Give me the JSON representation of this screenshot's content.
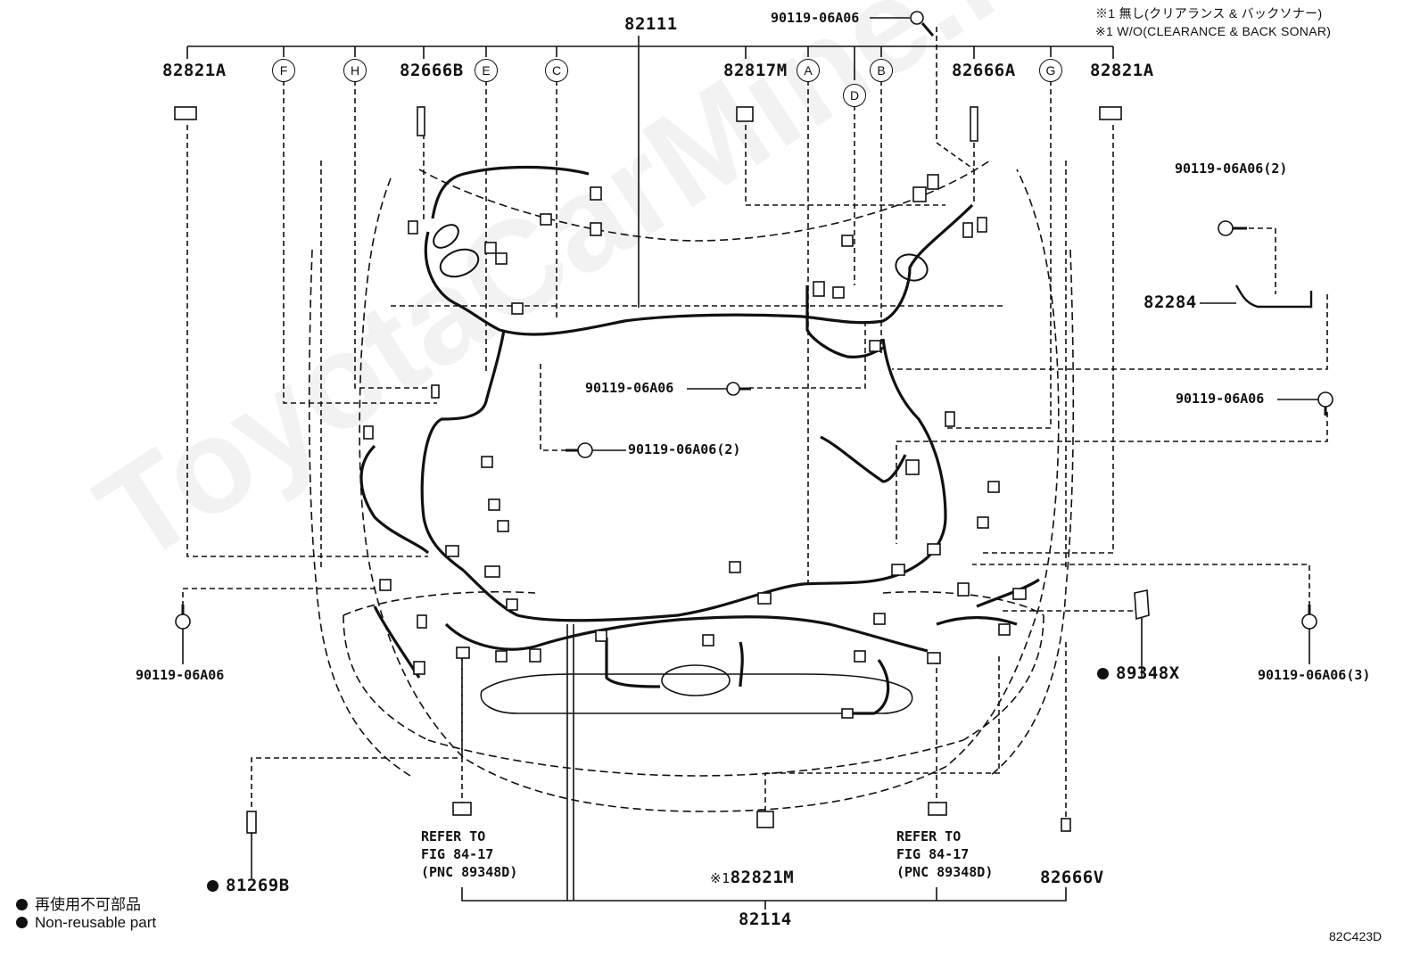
{
  "callouts": {
    "main_harness": "82111",
    "engine_harness": "82114",
    "bolt_top": "90119-06A06",
    "clamp_left": "82821A",
    "clamp_right": "82821A",
    "clip_82666B": "82666B",
    "clip_82666A": "82666A",
    "clamp_82817M": "82817M",
    "bolt_right_2": "90119-06A06(2)",
    "wire_82284": "82284",
    "bolt_mid": "90119-06A06",
    "bolt_right": "90119-06A06",
    "bolt_center_2": "90119-06A06(2)",
    "bolt_left": "90119-06A06",
    "part_89348X": "89348X",
    "bolt_right_3": "90119-06A06(3)",
    "part_81269B": "81269B",
    "clamp_82821M": "82821M",
    "clip_82666V": "82666V",
    "mark_82821M": "※1"
  },
  "circle_labels": {
    "F": "F",
    "H": "H",
    "E": "E",
    "C": "C",
    "A": "A",
    "D": "D",
    "B": "B",
    "G": "G"
  },
  "notes": {
    "line1": "※1 無し(クリアランス & バックソナー)",
    "line2": "※1 W/O(CLEARANCE & BACK SONAR)"
  },
  "refer_left": "REFER TO\nFIG 84-17\n(PNC 89348D)",
  "refer_right": "REFER TO\nFIG 84-17\n(PNC 89348D)",
  "legend": {
    "jp": "再使用不可部品",
    "en": "Non-reusable part"
  },
  "figure_code": "82C423D",
  "watermark": "ToyotaCarMine.ru"
}
